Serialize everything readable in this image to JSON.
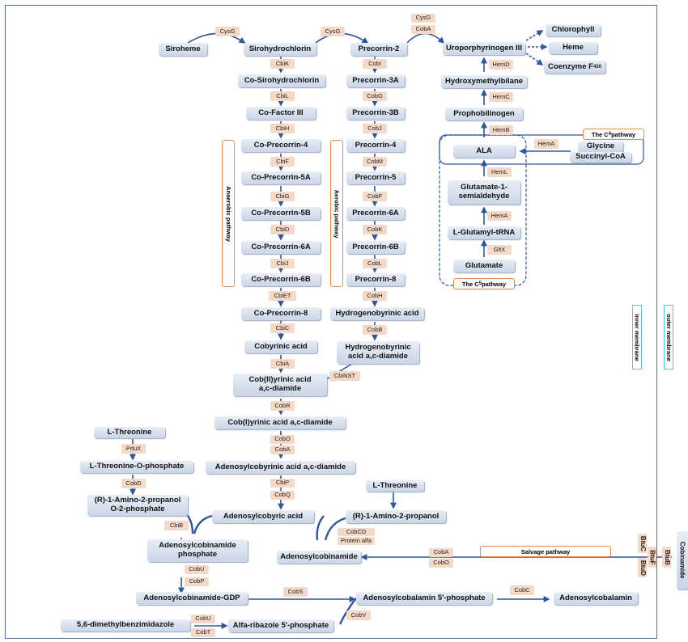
{
  "colors": {
    "arrow": "#2f55a0",
    "enzyme_fill": "#f4d9c7",
    "node_fill": "#d6dfec",
    "pathway_border": "#e88a4a",
    "membrane_border": "#5fc2d8"
  },
  "nodes": {
    "siroheme": "Siroheme",
    "sirohydrochlorin": "Sirohydrochlorin",
    "precorrin2": "Precorrin-2",
    "uroIII": "Uroporphyrinogen III",
    "chlorophyll": "Chlorophyll",
    "heme": "Heme",
    "coenzyme_f430": "Coenzyme F",
    "f430_sub": "430",
    "cosiro": "Co-Sirohydrochlorin",
    "cofactor3": "Co-Factor III",
    "coprec4": "Co-Precorrin-4",
    "coprec5a": "Co-Precorrin-5A",
    "coprec5b": "Co-Precorrin-5B",
    "coprec6a": "Co-Precorrin-6A",
    "coprec6b": "Co-Precorrin-6B",
    "coprec8": "Co-Precorrin-8",
    "cobyrinic": "Cobyrinic acid",
    "cob2": "Cob(II)yrinic acid a,c-diamide",
    "cob1": "Cob(I)yrinic acid a,c-diamide",
    "adocobyrinic": "Adenosylcobyrinic acid a,c-diamide",
    "adocobyric": "Adenosylcobyric acid",
    "prec3a": "Precorrin-3A",
    "prec3b": "Precorrin-3B",
    "prec4": "Precorrin-4",
    "prec5": "Precorrin-5",
    "prec6a": "Precorrin-6A",
    "prec6b": "Precorrin-6B",
    "prec8": "Precorrin-8",
    "hbyrinic": "Hydrogenobyrinic acid",
    "hbyrinic_diamide": "Hydrogenobyrinic acid a,c-diamide",
    "hmb": "Hydroxymethylbilane",
    "pbg": "Prophobilinogen",
    "ala": "ALA",
    "glycine": "Glycine",
    "succinyl": "Succinyl-CoA",
    "gsa": "Glutamate-1-semialdehyde",
    "gtrna": "L-Glutamyl-tRNA",
    "glutamate": "Glutamate",
    "thr1": "L-Threonine",
    "thrp": "L-Threonine-O-phosphate",
    "aminoprop_p": "(R)-1-Amino-2-propanol O-2-phosphate",
    "thr2": "L-Threonine",
    "aminoprop": "(R)-1-Amino-2-propanol",
    "adocbi_p": "Adenosylcobinamide phosphate",
    "adocbi": "Adenosylcobinamide",
    "adocbi_gdp": "Adenosylcobinamide-GDP",
    "adocbl_p": "Adenosylcobalamin 5'-phosphate",
    "adocbl": "Adenosylcobalamin",
    "dmb": "5,6-dimethylbenzimidazole",
    "alfa": "Alfa-ribazole 5'-phosphate"
  },
  "enzymes": {
    "cysg1": "CysG",
    "cysg2": "CysG",
    "cysg3": "CysG",
    "coba_top": "CobA",
    "hemd": "HemD",
    "hemc": "HemC",
    "hemb": "HemB",
    "hema1": "HemA",
    "heml": "HemL",
    "hema2": "HemA",
    "gltx": "GltX",
    "cbik": "CbiK",
    "cbil": "CbiL",
    "cbih": "CbiH",
    "cbif": "CbiF",
    "cbig": "CbiG",
    "cbid": "CbiD",
    "cbij": "CbiJ",
    "cbiet": "CbiET",
    "cbic": "CbiC",
    "cbia": "CbiA",
    "cobi": "CobI",
    "cobg": "CobG",
    "cobj": "CobJ",
    "cobm": "CobM",
    "cobf": "CobF",
    "cobk": "CobK",
    "cobl": "CobL",
    "cobh": "CobH",
    "cobb": "CobB",
    "cbinst": "CbiNST",
    "cobr": "CobR",
    "cobo": "CobO",
    "coba2": "CobA",
    "cobp1": "CbiP",
    "cobq": "CobQ",
    "pdux": "PduX",
    "cobd": "CobD",
    "cbib": "CbiB",
    "cobcd": "CobCD",
    "protein_alfa": "Protein alfa",
    "coba3": "CobA",
    "cobo2": "CobO",
    "cobu1": "CobU",
    "cobp2": "CobP",
    "cobs": "CobS",
    "cobc": "CobC",
    "cobv": "CobV",
    "cobu2": "CobU",
    "cobt": "CobT",
    "btuc": "BtuC",
    "btuf": "BtuF",
    "btud": "BtuD",
    "btub": "BtuB"
  },
  "labels": {
    "anaerobic": "Anaerobic pathway",
    "aerobic": "Aerobic pathway",
    "c4_pathway": "The C",
    "c4_sub": "4",
    "c4_tail": " pathway",
    "c5_pathway": "The C",
    "c5_sub": "5",
    "c5_tail": " pathway",
    "salvage": "Salvage pathway",
    "inner_membrane": "inner membrane",
    "outer_membrane": "outer membrane",
    "cobinamide": "Cobinamide"
  }
}
